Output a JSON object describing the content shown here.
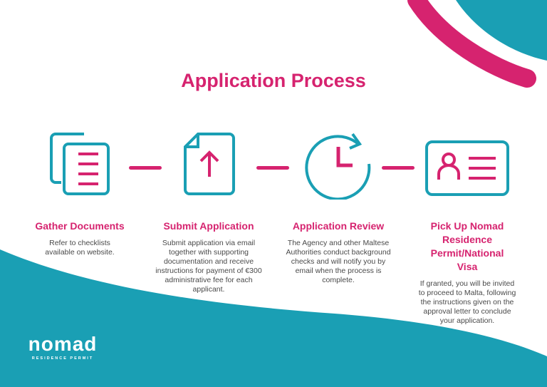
{
  "title": "Application Process",
  "steps": [
    {
      "title": "Gather Documents",
      "description": "Refer to checklists available on website.",
      "icon": "documents-icon"
    },
    {
      "title": "Submit Application",
      "description": "Submit application via email together with supporting documentation and receive instructions for payment of €300 administrative fee for each applicant.",
      "icon": "upload-document-icon"
    },
    {
      "title": "Application Review",
      "description": "The Agency and other Maltese Authorities conduct background checks and will notify you by email when the process is complete.",
      "icon": "clock-refresh-icon"
    },
    {
      "title": "Pick Up Nomad Residence Permit/National Visa",
      "description": "If granted, you will be invited to proceed to Malta, following the instructions given on the approval letter to conclude your application.",
      "icon": "id-card-icon"
    }
  ],
  "logo": {
    "word": "nomad",
    "subtitle": "RESIDENCE PERMIT"
  },
  "colors": {
    "teal": "#1a9fb4",
    "pink": "#d6236f"
  }
}
